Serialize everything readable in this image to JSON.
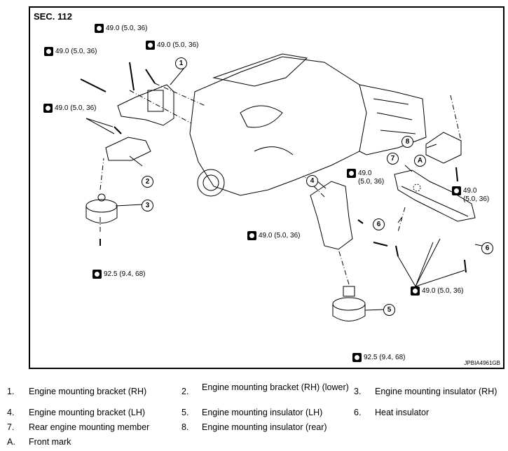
{
  "section": "SEC. 112",
  "figure_code": "JPBIA4961GB",
  "torques": {
    "t1": "49.0 (5.0, 36)",
    "t2": "49.0 (5.0, 36)",
    "t3": "49.0 (5.0, 36)",
    "t4": "49.0 (5.0, 36)",
    "t5_a": "49.0",
    "t5_b": "(5.0, 36)",
    "t6": "49.0 (5.0, 36)",
    "t7_a": "49.0",
    "t7_b": "(5.0, 36)",
    "t8": "92.5 (9.4, 68)",
    "t9": "49.0 (5.0, 36)",
    "t10": "92.5 (9.4, 68)"
  },
  "callouts": {
    "c1": "1",
    "c2": "2",
    "c3": "3",
    "c4": "4",
    "c5": "5",
    "c6a": "6",
    "c6b": "6",
    "c7": "7",
    "c8": "8",
    "cA": "A"
  },
  "legend": [
    {
      "num": "1.",
      "text": "Engine mounting bracket (RH)"
    },
    {
      "num": "2.",
      "text": "Engine mounting bracket (RH) (lower)"
    },
    {
      "num": "3.",
      "text": "Engine mounting insulator (RH)"
    },
    {
      "num": "4.",
      "text": "Engine mounting bracket (LH)"
    },
    {
      "num": "5.",
      "text": "Engine mounting insulator (LH)"
    },
    {
      "num": "6.",
      "text": "Heat insulator"
    },
    {
      "num": "7.",
      "text": "Rear engine mounting member"
    },
    {
      "num": "8.",
      "text": "Engine mounting insulator (rear)"
    },
    {
      "num": "A.",
      "text": "Front mark"
    }
  ]
}
